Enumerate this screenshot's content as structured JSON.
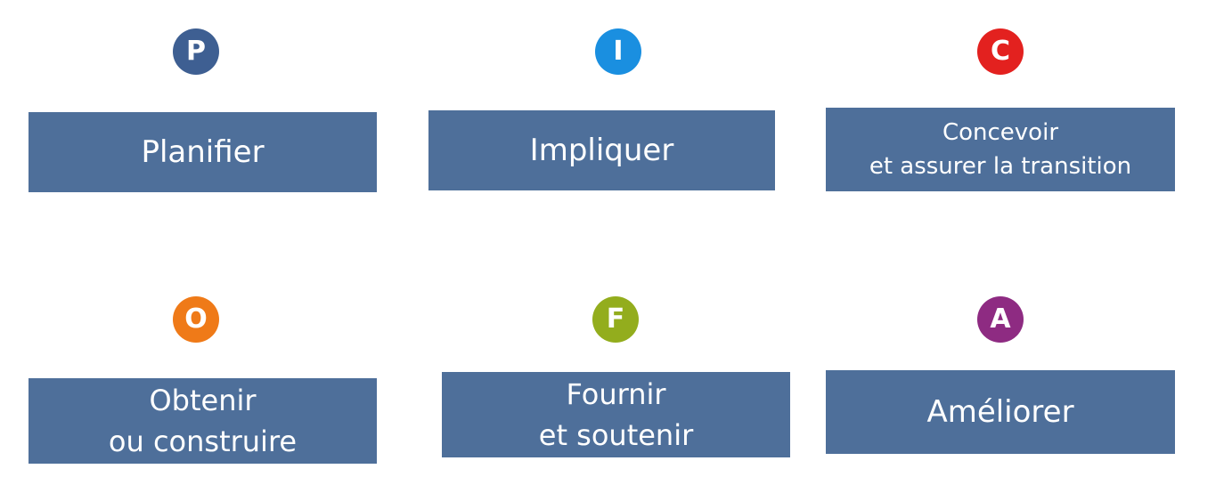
{
  "steps": [
    {
      "letter": "P",
      "color": "#3e5f92",
      "lines": [
        "Planifier"
      ]
    },
    {
      "letter": "I",
      "color": "#1a8fe0",
      "lines": [
        "Impliquer"
      ]
    },
    {
      "letter": "C",
      "color": "#e3211f",
      "lines": [
        "Concevoir",
        "et assurer la transition"
      ]
    },
    {
      "letter": "O",
      "color": "#ef7a18",
      "lines": [
        "Obtenir",
        "ou construire"
      ]
    },
    {
      "letter": "F",
      "color": "#93ad1d",
      "lines": [
        "Fournir",
        "et soutenir"
      ]
    },
    {
      "letter": "A",
      "color": "#8e2b82",
      "lines": [
        "Améliorer"
      ]
    }
  ]
}
